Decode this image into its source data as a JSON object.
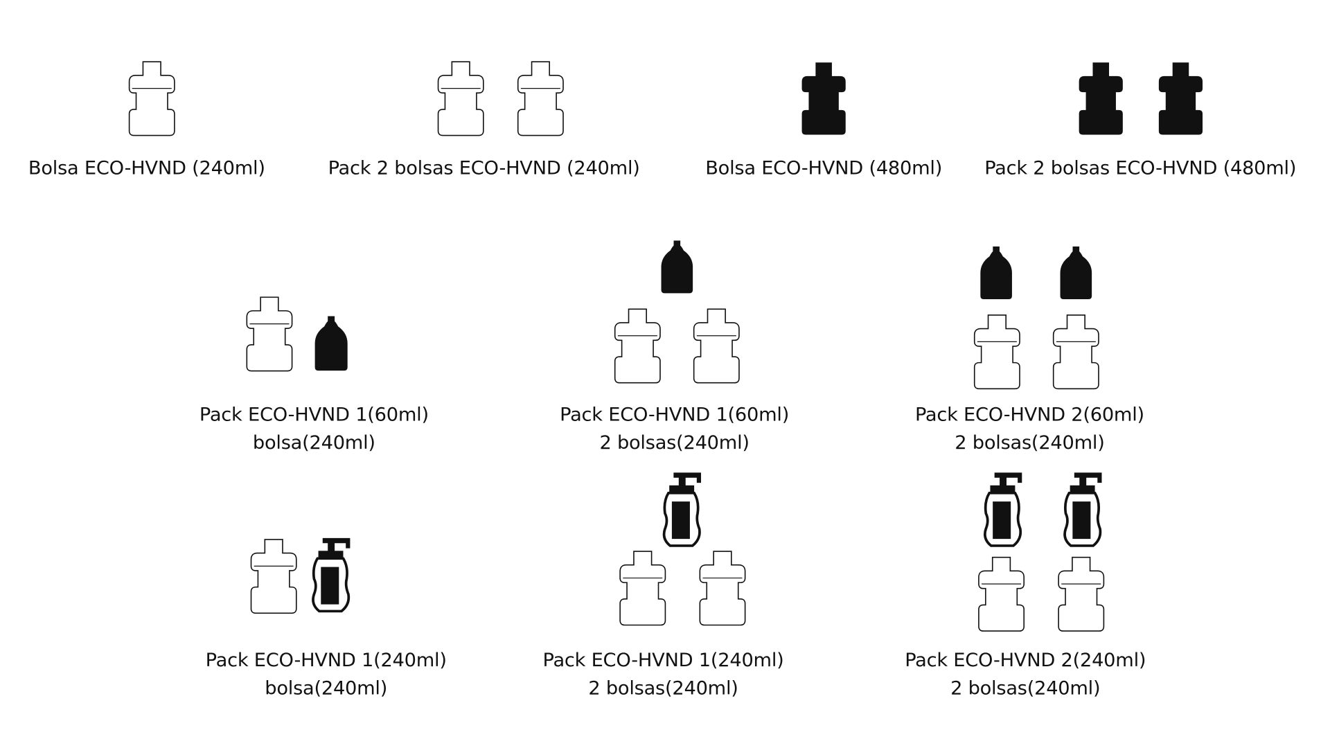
{
  "products": [
    {
      "label": "Bolsa ECO-HVND (240ml)",
      "icons": [
        "bag-outline-icon"
      ]
    },
    {
      "label": "Pack 2 bolsas ECO-HVND (240ml)",
      "icons": [
        "bag-outline-icon",
        "bag-outline-icon"
      ]
    },
    {
      "label": "Bolsa ECO-HVND (480ml)",
      "icons": [
        "bag-filled-icon"
      ]
    },
    {
      "label": "Pack 2 bolsas ECO-HVND (480ml)",
      "icons": [
        "bag-filled-icon",
        "bag-filled-icon"
      ]
    },
    {
      "label_line1": "Pack ECO-HVND 1(60ml)",
      "label_line2": "bolsa(240ml)",
      "icons": [
        "bag-outline-icon",
        "bottle-60ml-icon"
      ]
    },
    {
      "label_line1": "Pack ECO-HVND 1(60ml)",
      "label_line2": "2 bolsas(240ml)",
      "icons": [
        "bottle-60ml-icon",
        "bag-outline-icon",
        "bag-outline-icon"
      ]
    },
    {
      "label_line1": "Pack ECO-HVND 2(60ml)",
      "label_line2": "2 bolsas(240ml)",
      "icons": [
        "bottle-60ml-icon",
        "bottle-60ml-icon",
        "bag-outline-icon",
        "bag-outline-icon"
      ]
    },
    {
      "label_line1": "Pack ECO-HVND 1(240ml)",
      "label_line2": "bolsa(240ml)",
      "icons": [
        "bag-outline-icon",
        "pump-bottle-icon"
      ]
    },
    {
      "label_line1": "Pack ECO-HVND 1(240ml)",
      "label_line2": "2 bolsas(240ml)",
      "icons": [
        "pump-bottle-icon",
        "bag-outline-icon",
        "bag-outline-icon"
      ]
    },
    {
      "label_line1": "Pack ECO-HVND 2(240ml)",
      "label_line2": "2 bolsas(240ml)",
      "icons": [
        "pump-bottle-icon",
        "pump-bottle-icon",
        "bag-outline-icon",
        "bag-outline-icon"
      ]
    }
  ]
}
